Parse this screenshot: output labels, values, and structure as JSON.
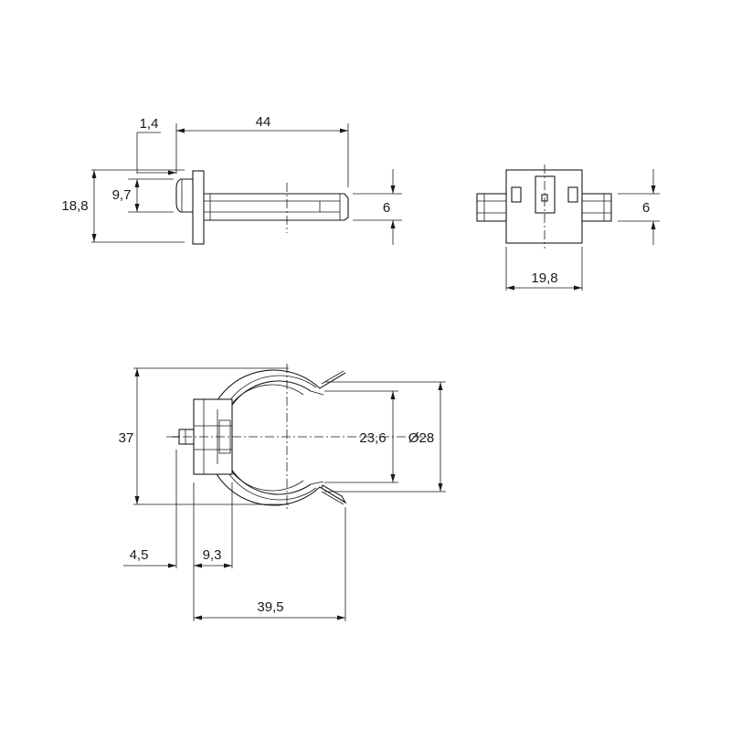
{
  "dimensions": {
    "side_view": {
      "d1": "1,4",
      "d2": "44",
      "d3": "18,8",
      "d4": "9,7",
      "d5": "6"
    },
    "end_view": {
      "d1": "6",
      "d2": "19,8"
    },
    "front_view": {
      "d1": "37",
      "d2": "23,6",
      "d3": "Ø28",
      "d4": "4,5",
      "d5": "9,3",
      "d6": "39,5"
    }
  },
  "colors": {
    "line": "#1a1a1a",
    "background": "#ffffff"
  }
}
